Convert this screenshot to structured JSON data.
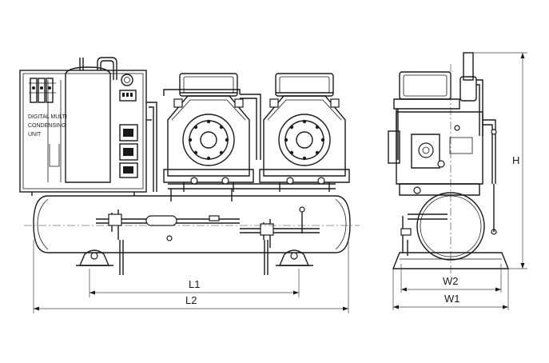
{
  "panel_label": {
    "line1": "DIGITAL MULTI",
    "line2": "CONDENSING",
    "line3": "UNIT"
  },
  "dimensions": {
    "l1": "L1",
    "l2": "L2",
    "w1": "W1",
    "w2": "W2",
    "h": "H"
  }
}
